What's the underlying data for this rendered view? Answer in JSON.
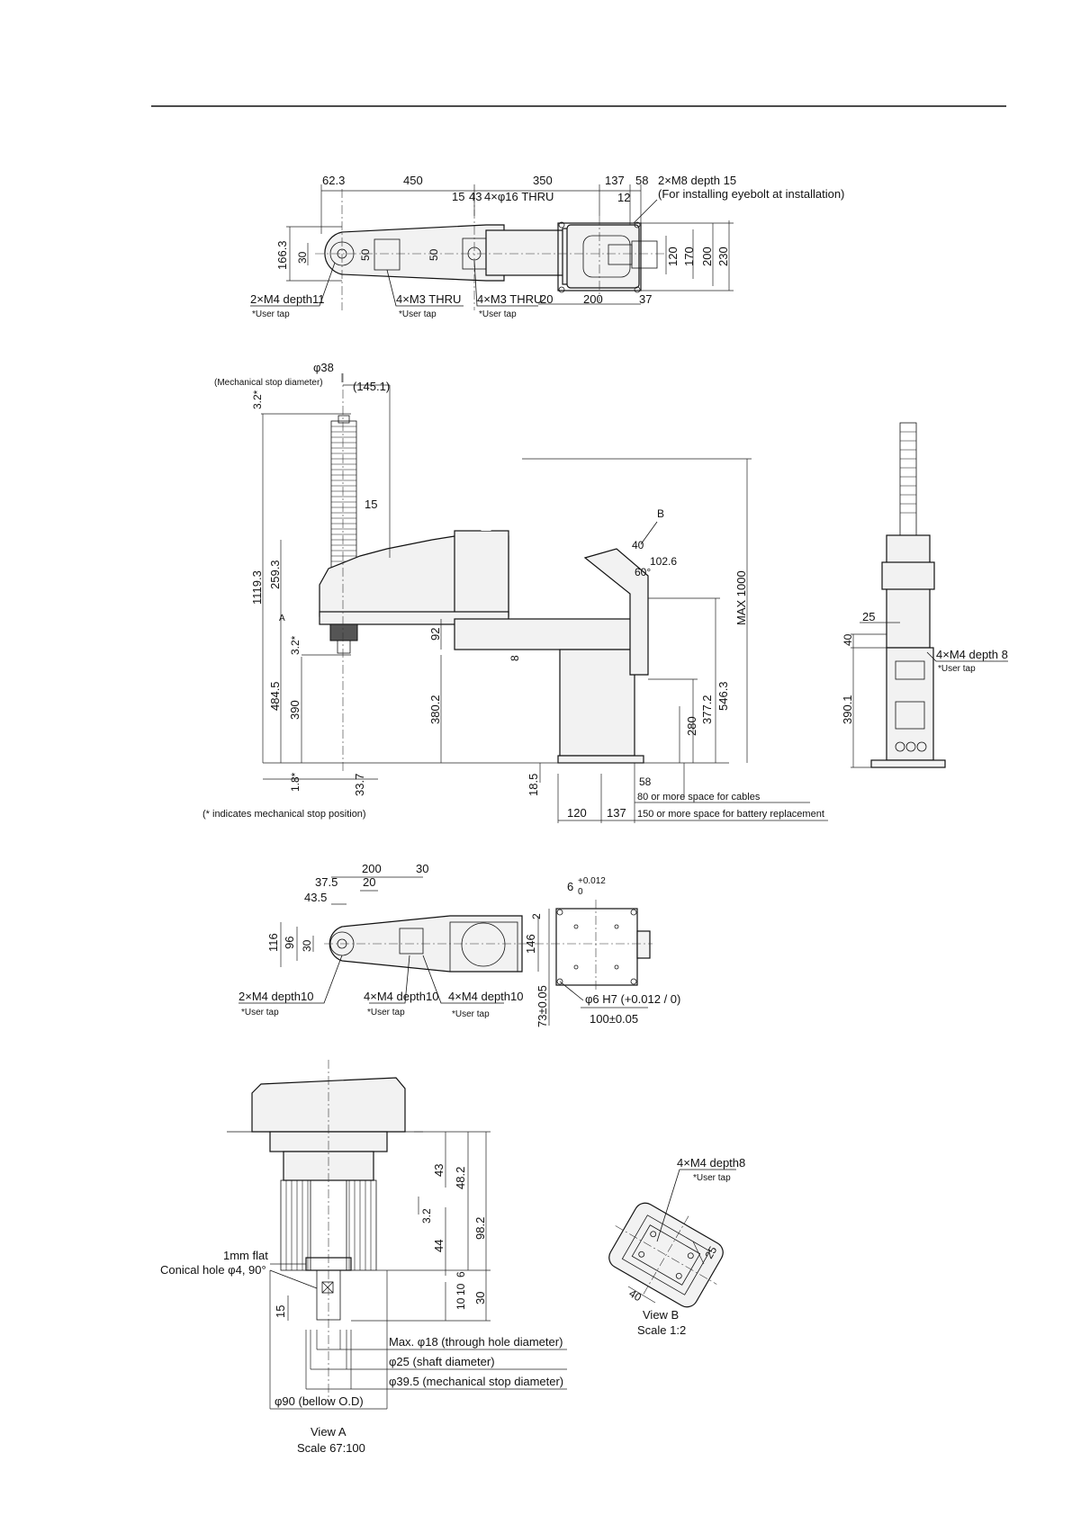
{
  "top_view": {
    "dims": [
      "62.3",
      "450",
      "350",
      "137",
      "58",
      "15",
      "43",
      "12",
      "166.3",
      "30",
      "50",
      "50",
      "120",
      "170",
      "200",
      "230",
      "20",
      "200",
      "37"
    ],
    "thru_label": "4×φ16  THRU",
    "eyebolt_label": "2×M8 depth 15",
    "eyebolt_note": "(For installing eyebolt at installation)",
    "callout_1": "2×M4 depth11",
    "callout_2": "4×M3 THRU",
    "callout_3": "4×M3 THRU",
    "user_tap": "*User tap"
  },
  "side_view": {
    "stop_diameter": "φ38",
    "stop_diameter_note": "(Mechanical stop diameter)",
    "dims": [
      "(145.1)",
      "3.2*",
      "1119.3",
      "259.3",
      "15",
      "484.5",
      "3.2*",
      "390",
      "1.8*",
      "33.7",
      "92",
      "8",
      "380.2",
      "18.5",
      "MAX 1000",
      "546.3",
      "377.2",
      "280",
      "40",
      "102.6",
      "60°",
      "B",
      "A"
    ],
    "bottom_dims": [
      "58",
      "120",
      "137"
    ],
    "cable_space": "80 or more space for cables",
    "battery_space": "150 or more space for battery replacement",
    "mech_stop_note": "(* indicates mechanical stop position)"
  },
  "right_view": {
    "dims": [
      "25",
      "40",
      "390.1"
    ],
    "callout": "4×M4 depth 8",
    "user_tap": "*User tap"
  },
  "bottom_view": {
    "dims": [
      "200",
      "30",
      "37.5",
      "20",
      "43.5",
      "116",
      "96",
      "30",
      "146",
      "2",
      "73±0.05",
      "100±0.05"
    ],
    "tolerance_hole": "6",
    "tolerance_sup": "+0.012",
    "tolerance_sub": "0",
    "h7_label": "φ6 H7 (+0.012 / 0)",
    "callout_1": "2×M4 depth10",
    "callout_2": "4×M4 depth10",
    "callout_3": "4×M4 depth10",
    "user_tap": "*User tap"
  },
  "view_a": {
    "dims": [
      "43",
      "48.2",
      "98.2",
      "3.2",
      "44",
      "6",
      "30",
      "10",
      "10",
      "15"
    ],
    "flat_label": "1mm flat",
    "conical_label": "Conical hole φ4, 90°",
    "through_hole": "Max. φ18 (through hole diameter)",
    "shaft": "φ25 (shaft diameter)",
    "mech_stop": "φ39.5 (mechanical stop diameter)",
    "bellow": "φ90 (bellow O.D)",
    "title": "View  A",
    "scale": "Scale 67:100"
  },
  "view_b": {
    "callout": "4×M4 depth8",
    "user_tap": "*User tap",
    "dims": [
      "25",
      "40"
    ],
    "title": "View  B",
    "scale": "Scale 1:2"
  }
}
